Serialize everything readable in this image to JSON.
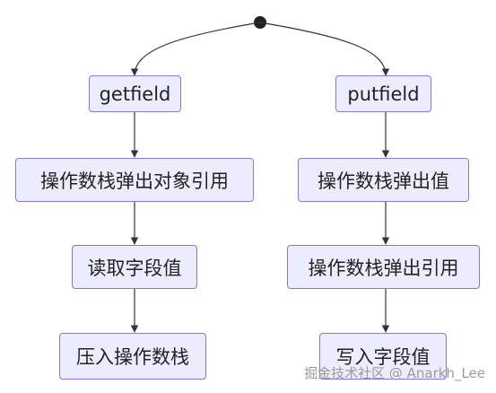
{
  "diagram": {
    "start_node": "",
    "left_branch": [
      "getfield",
      "操作数栈弹出对象引用",
      "读取字段值",
      "压入操作数栈"
    ],
    "right_branch": [
      "putfield",
      "操作数栈弹出值",
      "操作数栈弹出引用",
      "写入字段值"
    ]
  },
  "watermark": "掘金技术社区 @ Anarkh_Lee",
  "colors": {
    "node_fill": "#ECECFF",
    "node_border": "#9370DB",
    "edge": "#333333",
    "start": "#222222"
  }
}
